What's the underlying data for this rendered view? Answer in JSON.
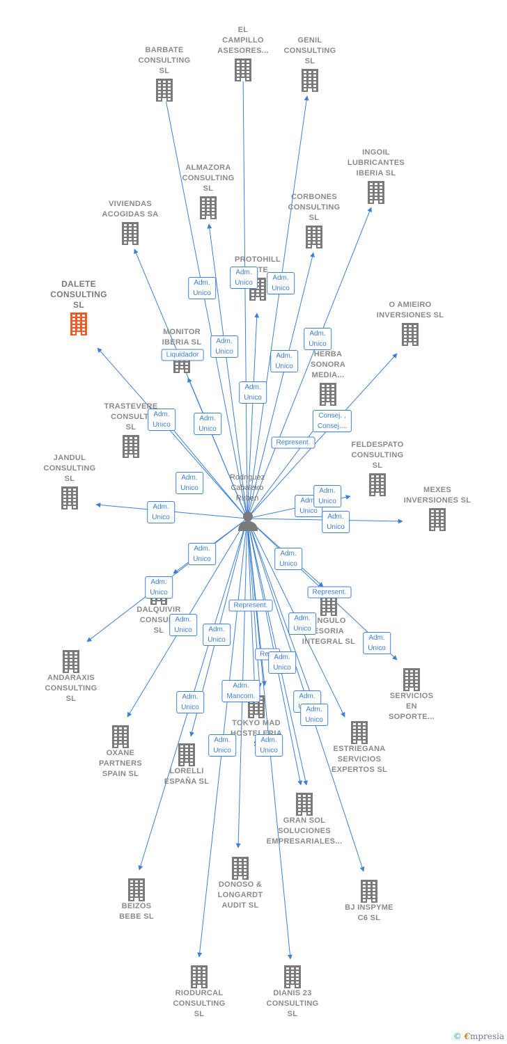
{
  "center": {
    "label": "Rodriguez\nCabaleiro\nRuben",
    "icon": "person-icon"
  },
  "colors": {
    "edge": "#3d7fd6",
    "building": "#7a7a7a",
    "highlight": "#f15a24",
    "text": "#8a8a8a"
  },
  "nodes": [
    {
      "id": "barbate",
      "label": "BARBATE\nCONSULTING\nSL"
    },
    {
      "id": "el-campillo",
      "label": "EL\nCAMPILLO\nASESORES..."
    },
    {
      "id": "genil",
      "label": "GENIL\nCONSULTING\nSL"
    },
    {
      "id": "ingoil",
      "label": "INGOIL\nLUBRICANTES\nIBERIA SL"
    },
    {
      "id": "almazora",
      "label": "ALMAZORA\nCONSULTING\nSL"
    },
    {
      "id": "corbones",
      "label": "CORBONES\nCONSULTING\nSL"
    },
    {
      "id": "viviendas",
      "label": "VIVIENDAS\nACOGIDAS SA"
    },
    {
      "id": "protohill",
      "label": "PROTOHILL\nRATE"
    },
    {
      "id": "dalete",
      "label": "DALETE\nCONSULTING\nSL",
      "highlight": true
    },
    {
      "id": "o-amieiro",
      "label": "O AMIEIRO\nINVERSIONES SL"
    },
    {
      "id": "monitor",
      "label": "MONITOR\nIBERIA SL"
    },
    {
      "id": "herba",
      "label": "HERBA\nSONORA\nMEDIA..."
    },
    {
      "id": "trastevere",
      "label": "TRASTEVERE\nCONSULTI\nSL"
    },
    {
      "id": "feldespato",
      "label": "FELDESPATO\nCONSULTING\nSL"
    },
    {
      "id": "jandul",
      "label": "JANDUL\nCONSULTING\nSL"
    },
    {
      "id": "mexes",
      "label": "MEXES\nINVERSIONES SL"
    },
    {
      "id": "dalquivir",
      "label": "DALQUIVIR\nCONSULT\nSL"
    },
    {
      "id": "angulo",
      "label": "ANGULO\nESORIA\nINTEGRAL SL"
    },
    {
      "id": "andaraxis",
      "label": "ANDARAXIS\nCONSULTING\nSL"
    },
    {
      "id": "servicios",
      "label": "SERVICIOS\nEN\nSOPORTE..."
    },
    {
      "id": "oxane",
      "label": "OXANE\nPARTNERS\nSPAIN SL"
    },
    {
      "id": "tokyo",
      "label": "TOKYO MAD\nHOSTELERIA\nS"
    },
    {
      "id": "estriegana",
      "label": "ESTRIEGANA\nSERVICIOS\nEXPERTOS SL"
    },
    {
      "id": "lorelli",
      "label": "LORELLI\nESPAÑA SL"
    },
    {
      "id": "gransol",
      "label": "GRAN SOL\nSOLUCIONES\nEMPRESARIALES..."
    },
    {
      "id": "donoso",
      "label": "DONOSO &\nLONGARDT\nAUDIT SL"
    },
    {
      "id": "beizos",
      "label": "BEIZOS\nBEBE SL"
    },
    {
      "id": "bj",
      "label": "BJ INSPYME\nC6 SL"
    },
    {
      "id": "riodurcal",
      "label": "RIODURCAL\nCONSULTING\nSL"
    },
    {
      "id": "dianis",
      "label": "DIANIS 23\nCONSULTING\nSL"
    }
  ],
  "roles": [
    {
      "label": "Adm.\nUnico"
    },
    {
      "label": "Adm.\nUnico"
    },
    {
      "label": "Adm.\nUnico"
    },
    {
      "label": "Adm.\nUnico"
    },
    {
      "label": "Adm.\nUnico"
    },
    {
      "label": "Liquidador"
    },
    {
      "label": "Adm.\nUnico"
    },
    {
      "label": "Adm.\nUnico"
    },
    {
      "label": "Adm.\nUnico"
    },
    {
      "label": "Adm.\nUnico"
    },
    {
      "label": "Consej. ,\nConsej...."
    },
    {
      "label": "Adm.\nUnico"
    },
    {
      "label": "Represent."
    },
    {
      "label": "Adm.\nUnico"
    },
    {
      "label": "Adm.\nUnico"
    },
    {
      "label": "Adm.\nUnico"
    },
    {
      "label": "Adm.\nUnico"
    },
    {
      "label": "Adm.\nUnico"
    },
    {
      "label": "Adm.\nUnico"
    },
    {
      "label": "Adm.\nUnico"
    },
    {
      "label": "Represent."
    },
    {
      "label": "Represent."
    },
    {
      "label": "Adm.\nUnico"
    },
    {
      "label": "Adm.\nUnico"
    },
    {
      "label": "Adm.\nUnico"
    },
    {
      "label": "Adm.\nUnico"
    },
    {
      "label": "Repr"
    },
    {
      "label": "Adm.\nUnico"
    },
    {
      "label": "Adm.\nUnico"
    },
    {
      "label": "Adm.\nMancom."
    },
    {
      "label": "Adm.\nUnico"
    },
    {
      "label": "Adm.\nUnico"
    },
    {
      "label": "Adm.\nUnico"
    },
    {
      "label": "Adm.\nUnico"
    }
  ],
  "footer": {
    "copyright": "©",
    "brand_first": "€",
    "brand_rest": "mpresia"
  }
}
